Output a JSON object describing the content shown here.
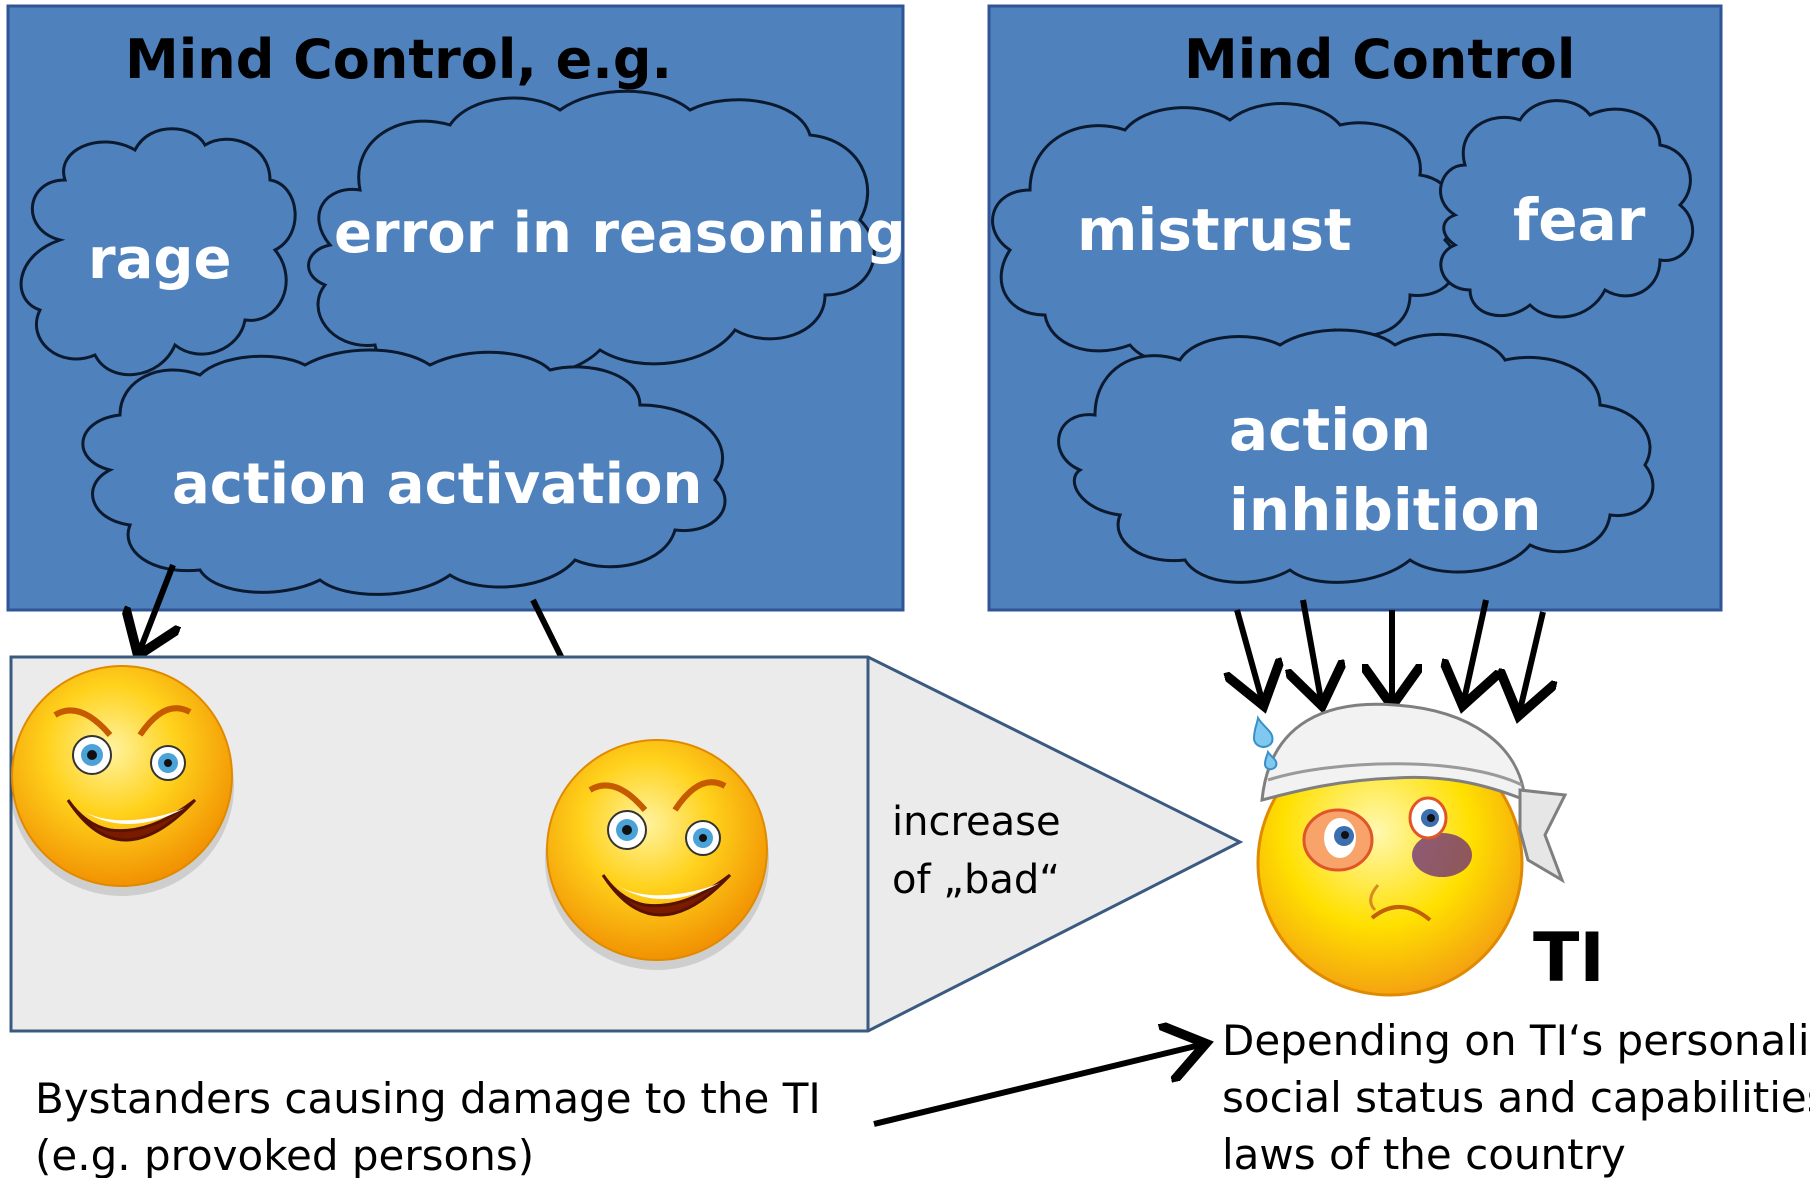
{
  "left_panel": {
    "title": "Mind Control, e.g.",
    "clouds": {
      "rage": "rage",
      "error": "error in reasoning",
      "activation": "action activation"
    }
  },
  "right_panel": {
    "title": "Mind Control",
    "clouds": {
      "mistrust": "mistrust",
      "fear": "fear",
      "inhibition_line1": "action",
      "inhibition_line2": "inhibition"
    }
  },
  "callout": {
    "line1": "increase",
    "line2": "of „bad“"
  },
  "ti_label": "TI",
  "bystanders": {
    "line1": "Bystanders causing damage to the TI",
    "line2": "(e.g. provoked persons)"
  },
  "depending": {
    "line1": "Depending on TI‘s personality,",
    "line2": "social status and capabilities;",
    "line3": "laws of the country"
  },
  "colors": {
    "panel_fill": "#4f81bd",
    "panel_stroke": "#2f5597",
    "cloud_stroke": "#0b1a2f",
    "callout_fill": "#ebebeb",
    "callout_stroke": "#3b5a80",
    "face_yellow": "#ffd21c",
    "face_orange": "#f39c12"
  }
}
